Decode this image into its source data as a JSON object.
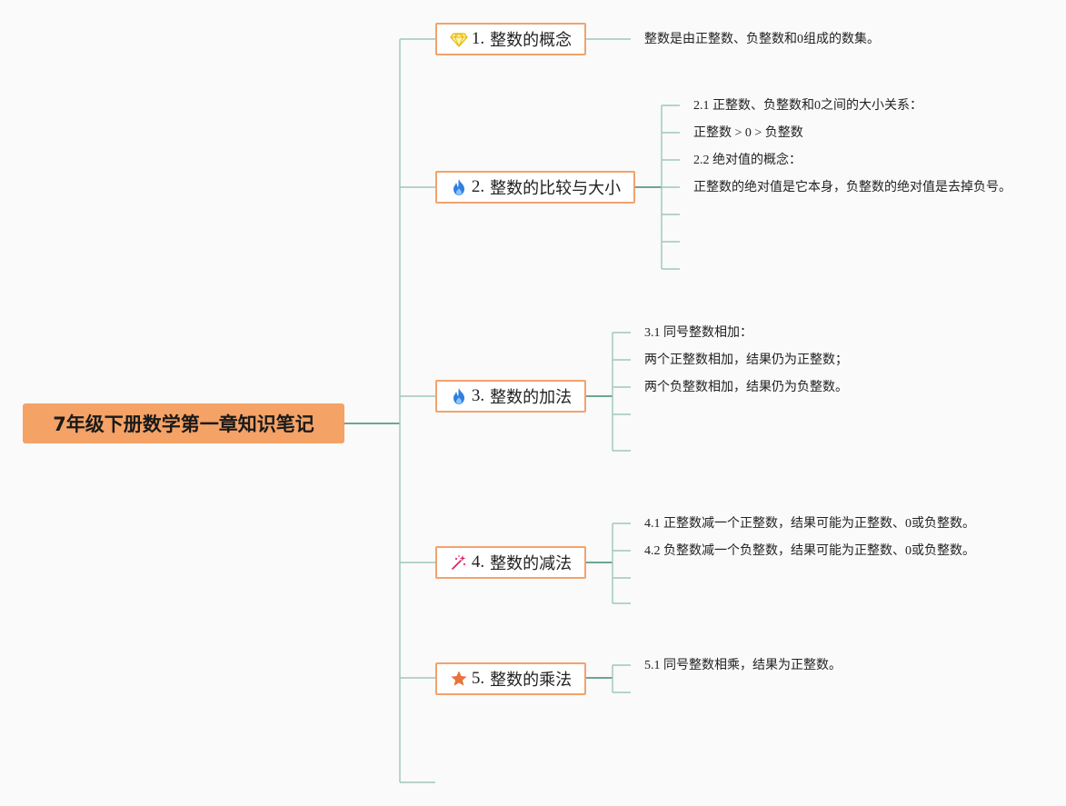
{
  "root": {
    "label": "7年级下册数学第一章知识笔记"
  },
  "topics": [
    {
      "number": "1.",
      "title": "整数的概念",
      "icon": "gem-icon"
    },
    {
      "number": "2.",
      "title": "整数的比较与大小",
      "icon": "fire-icon"
    },
    {
      "number": "3.",
      "title": "整数的加法",
      "icon": "fire-icon"
    },
    {
      "number": "4.",
      "title": "整数的减法",
      "icon": "sparkle-icon"
    },
    {
      "number": "5.",
      "title": "整数的乘法",
      "icon": "star-icon"
    }
  ],
  "leaves": {
    "t1": [
      "整数是由正整数、负整数和0组成的数集。"
    ],
    "t2": [
      "2.1 正整数、负整数和0之间的大小关系：",
      "正整数 > 0 > 负整数",
      "2.2 绝对值的概念：",
      "正整数的绝对值是它本身，负整数的绝对值是去掉负号。"
    ],
    "t3": [
      "3.1 同号整数相加：",
      "两个正整数相加，结果仍为正整数；",
      "两个负整数相加，结果仍为负整数。"
    ],
    "t4": [
      "4.1 正整数减一个正整数，结果可能为正整数、0或负整数。",
      "4.2 负整数减一个负整数，结果可能为正整数、0或负整数。"
    ],
    "t5": [
      "5.1 同号整数相乘，结果为正整数。"
    ]
  },
  "colors": {
    "root_fill": "#f4a266",
    "topic_border": "#f1a36c",
    "line_main": "#3e8a6e",
    "line_light": "#9fc7b8"
  }
}
